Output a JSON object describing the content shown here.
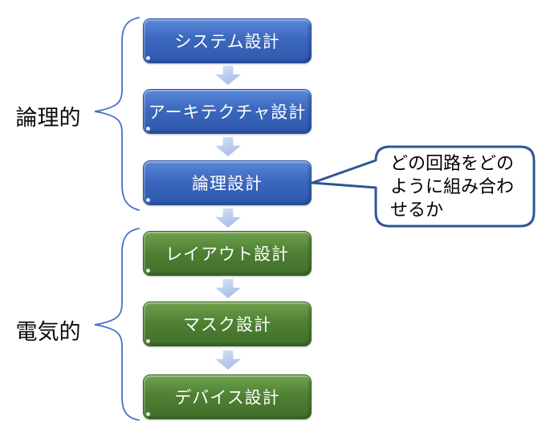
{
  "steps": [
    {
      "label": "システム設計"
    },
    {
      "label": "アーキテクチャ設計"
    },
    {
      "label": "論理設計"
    },
    {
      "label": "レイアウト設計"
    },
    {
      "label": "マスク設計"
    },
    {
      "label": "デバイス設計"
    }
  ],
  "groups": [
    {
      "label": "論理的"
    },
    {
      "label": "電気的"
    }
  ],
  "callout": {
    "text": "どの回路をどのように組み合わせるか",
    "attached_to": "論理設計"
  },
  "colors": {
    "blue_box": "#3a66bc",
    "green_box": "#4e8033",
    "arrow": "#b9cbec",
    "brace": "#4472c4",
    "callout_border": "#2f5597",
    "box_text": "#ffffff",
    "label_text": "#0a0a0a"
  }
}
